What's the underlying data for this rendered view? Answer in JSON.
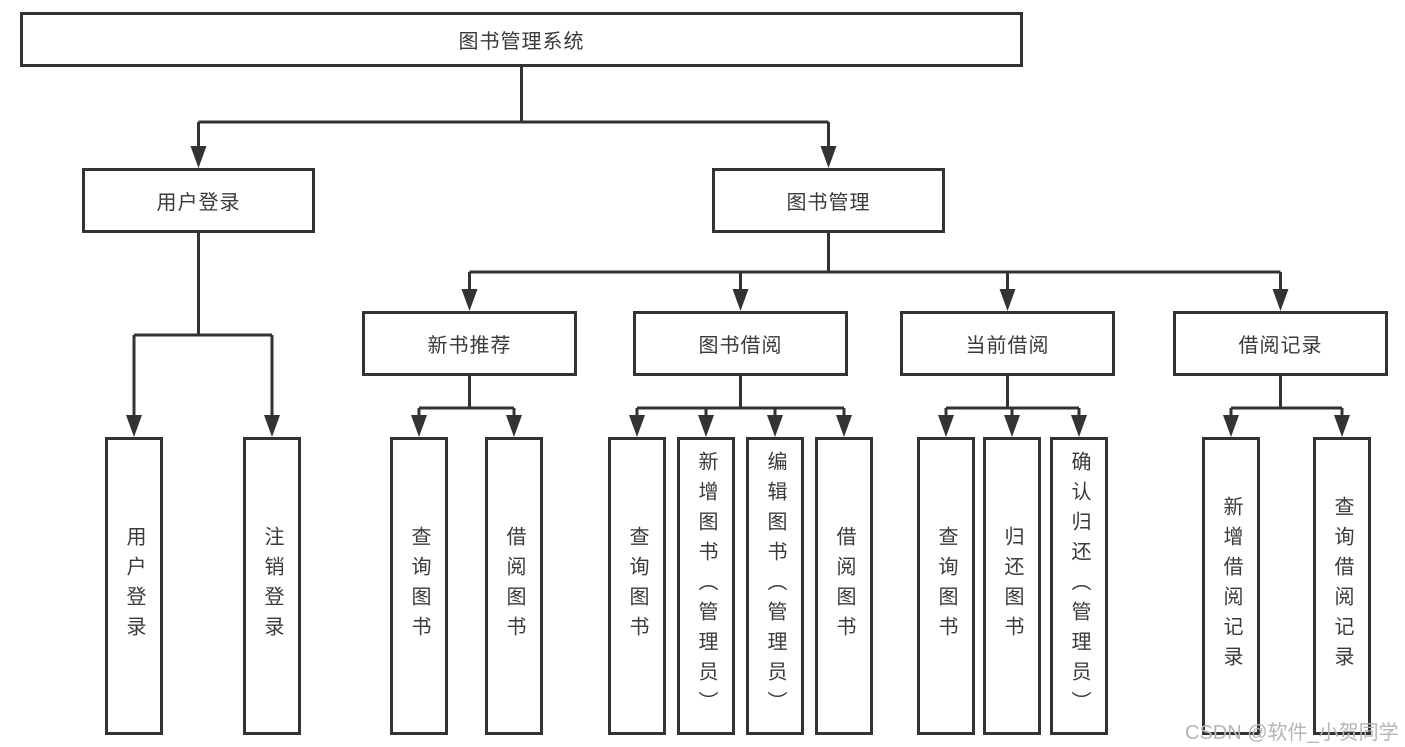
{
  "colors": {
    "line": "#333333",
    "text": "#3a3a3a",
    "box_background": "#ffffff",
    "watermark": "#b5b5b5"
  },
  "watermark": {
    "text": "CSDN @软件_小贺同学"
  },
  "tree": {
    "root": "图书管理系统",
    "level2": [
      {
        "label": "用户登录"
      },
      {
        "label": "图书管理"
      }
    ],
    "level3": [
      {
        "label": "新书推荐"
      },
      {
        "label": "图书借阅"
      },
      {
        "label": "当前借阅"
      },
      {
        "label": "借阅记录"
      }
    ],
    "leaves": {
      "user_login": [
        "用户登录",
        "注销登录"
      ],
      "new_book_recommend": [
        "查询图书",
        "借阅图书"
      ],
      "book_borrow": [
        "查询图书",
        "新增图书（管理员）",
        "编辑图书（管理员）",
        "借阅图书"
      ],
      "current_borrow": [
        "查询图书",
        "归还图书",
        "确认归还（管理员）"
      ],
      "borrow_records": [
        "新增借阅记录",
        "查询借阅记录"
      ]
    }
  }
}
